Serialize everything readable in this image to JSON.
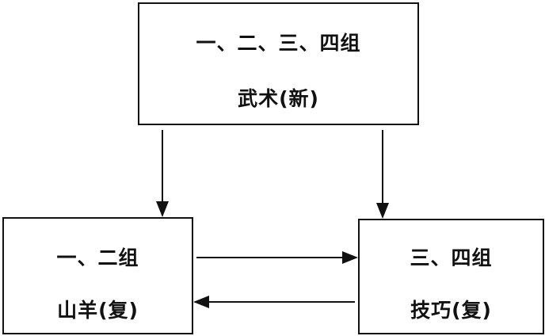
{
  "diagram": {
    "top": {
      "groups": "一、二、三、四组",
      "activity": "武术(新)"
    },
    "left": {
      "groups": "一、二组",
      "activity": "山羊(复)"
    },
    "right": {
      "groups": "三、四组",
      "activity": "技巧(复)"
    }
  }
}
